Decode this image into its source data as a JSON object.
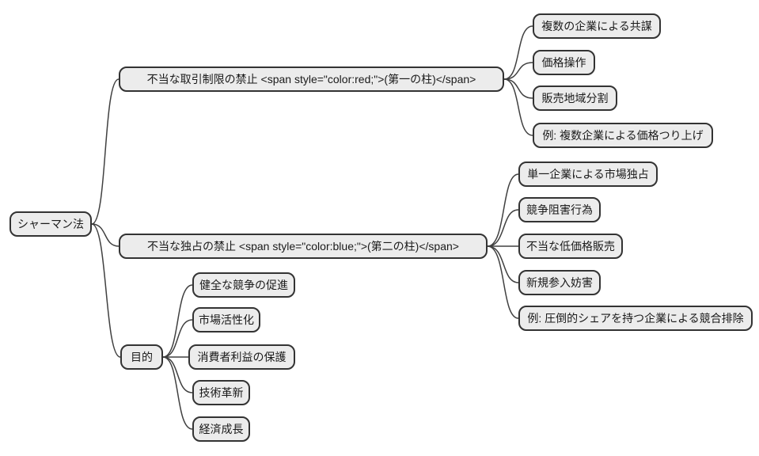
{
  "diagram": {
    "type": "mindmap",
    "root": {
      "label": "シャーマン法"
    },
    "branches": [
      {
        "label": "不当な取引制限の禁止 <span style=\"color:red;\">(第一の柱)</span>",
        "children": [
          "複数の企業による共謀",
          "価格操作",
          "販売地域分割",
          "例: 複数企業による価格つり上げ"
        ]
      },
      {
        "label": "不当な独占の禁止 <span style=\"color:blue;\">(第二の柱)</span>",
        "children": [
          "単一企業による市場独占",
          "競争阻害行為",
          "不当な低価格販売",
          "新規参入妨害",
          "例: 圧倒的シェアを持つ企業による競合排除"
        ]
      },
      {
        "label": "目的",
        "children": [
          "健全な競争の促進",
          "市場活性化",
          "消費者利益の保護",
          "技術革新",
          "経済成長"
        ]
      }
    ],
    "colors": {
      "background": "#ffffff",
      "node_fill": "#ececec",
      "node_border": "#333333",
      "edge": "#404040",
      "text": "#1a1a1a"
    }
  }
}
